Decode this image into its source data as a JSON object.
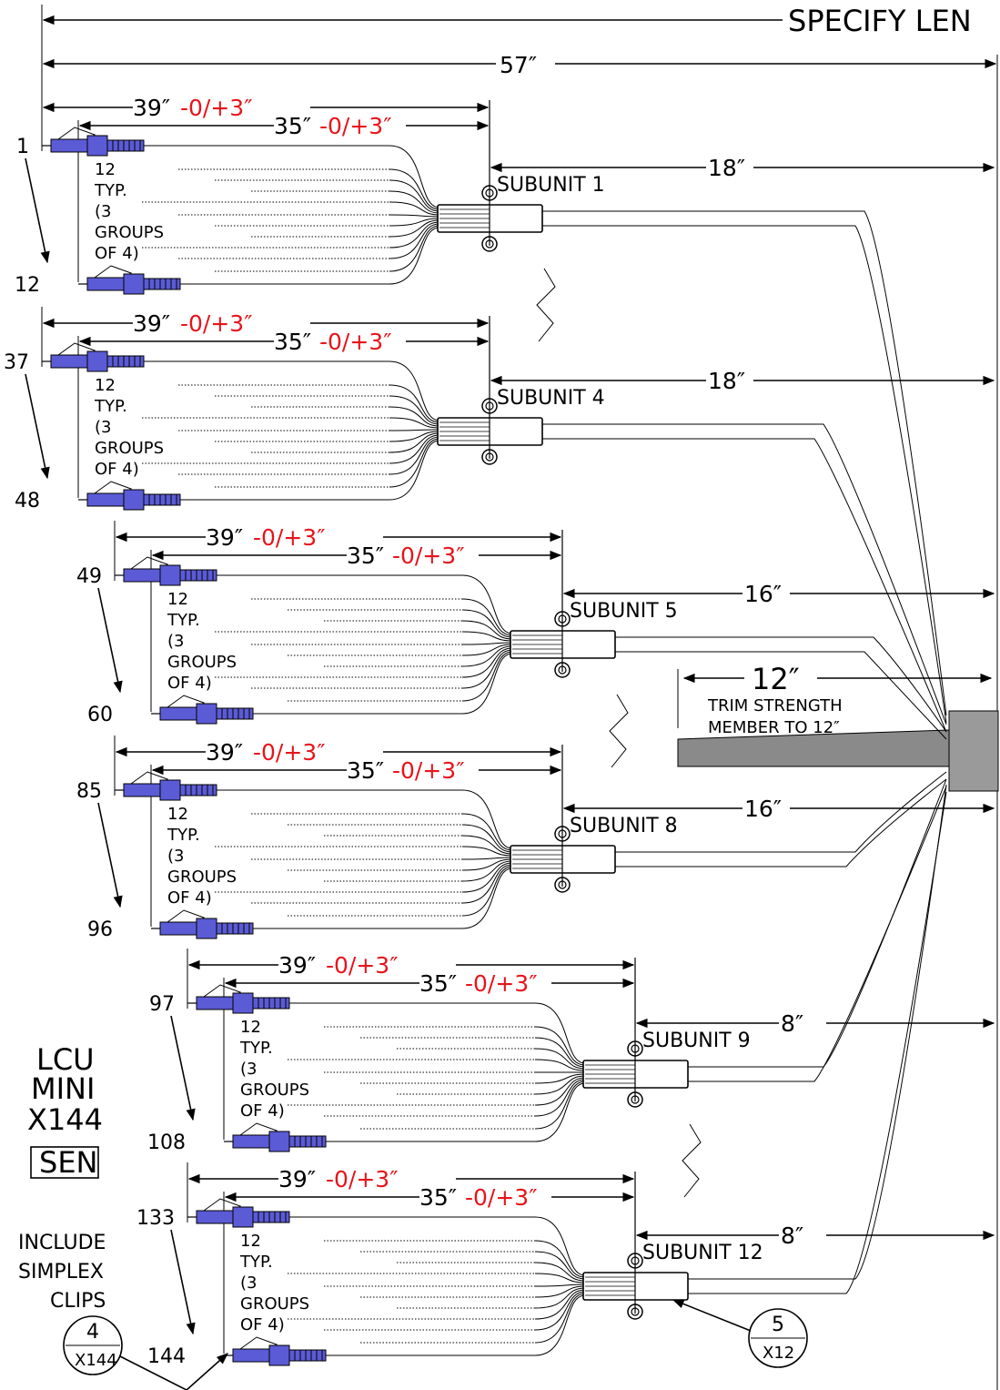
{
  "top": {
    "specify": "SPECIFY LEN",
    "overall": "57″"
  },
  "breakout": {
    "dim_outer": "39″",
    "dim_inner": "35″",
    "tolerance": "-0/+3″",
    "count": "12",
    "typ": "TYP.",
    "groups_1": "(3",
    "groups_2": "GROUPS",
    "groups_3": "OF 4)"
  },
  "subunits": [
    {
      "name": "SUBUNIT 1",
      "length": "18″",
      "first": "1",
      "last": "12"
    },
    {
      "name": "SUBUNIT 4",
      "length": "18″",
      "first": "37",
      "last": "48"
    },
    {
      "name": "SUBUNIT 5",
      "length": "16″",
      "first": "49",
      "last": "60"
    },
    {
      "name": "SUBUNIT 8",
      "length": "16″",
      "first": "85",
      "last": "96"
    },
    {
      "name": "SUBUNIT 9",
      "length": "8″",
      "first": "97",
      "last": "108"
    },
    {
      "name": "SUBUNIT 12",
      "length": "8″",
      "first": "133",
      "last": "144"
    }
  ],
  "trim": {
    "length": "12″",
    "line1": "TRIM STRENGTH",
    "line2": "MEMBER TO 12″"
  },
  "title": {
    "line1": "LCU",
    "line2": "MINI",
    "line3": "X144",
    "box": "SEN"
  },
  "note": {
    "line1": "INCLUDE",
    "line2": "SIMPLEX",
    "line3": "CLIPS"
  },
  "callout_left": {
    "top": "4",
    "bottom": "X144"
  },
  "callout_right": {
    "top": "5",
    "bottom": "X12"
  },
  "colors": {
    "connector": "#5b5bd6",
    "tolerance": "#e8141b",
    "jacket": "#8a8a8a"
  }
}
